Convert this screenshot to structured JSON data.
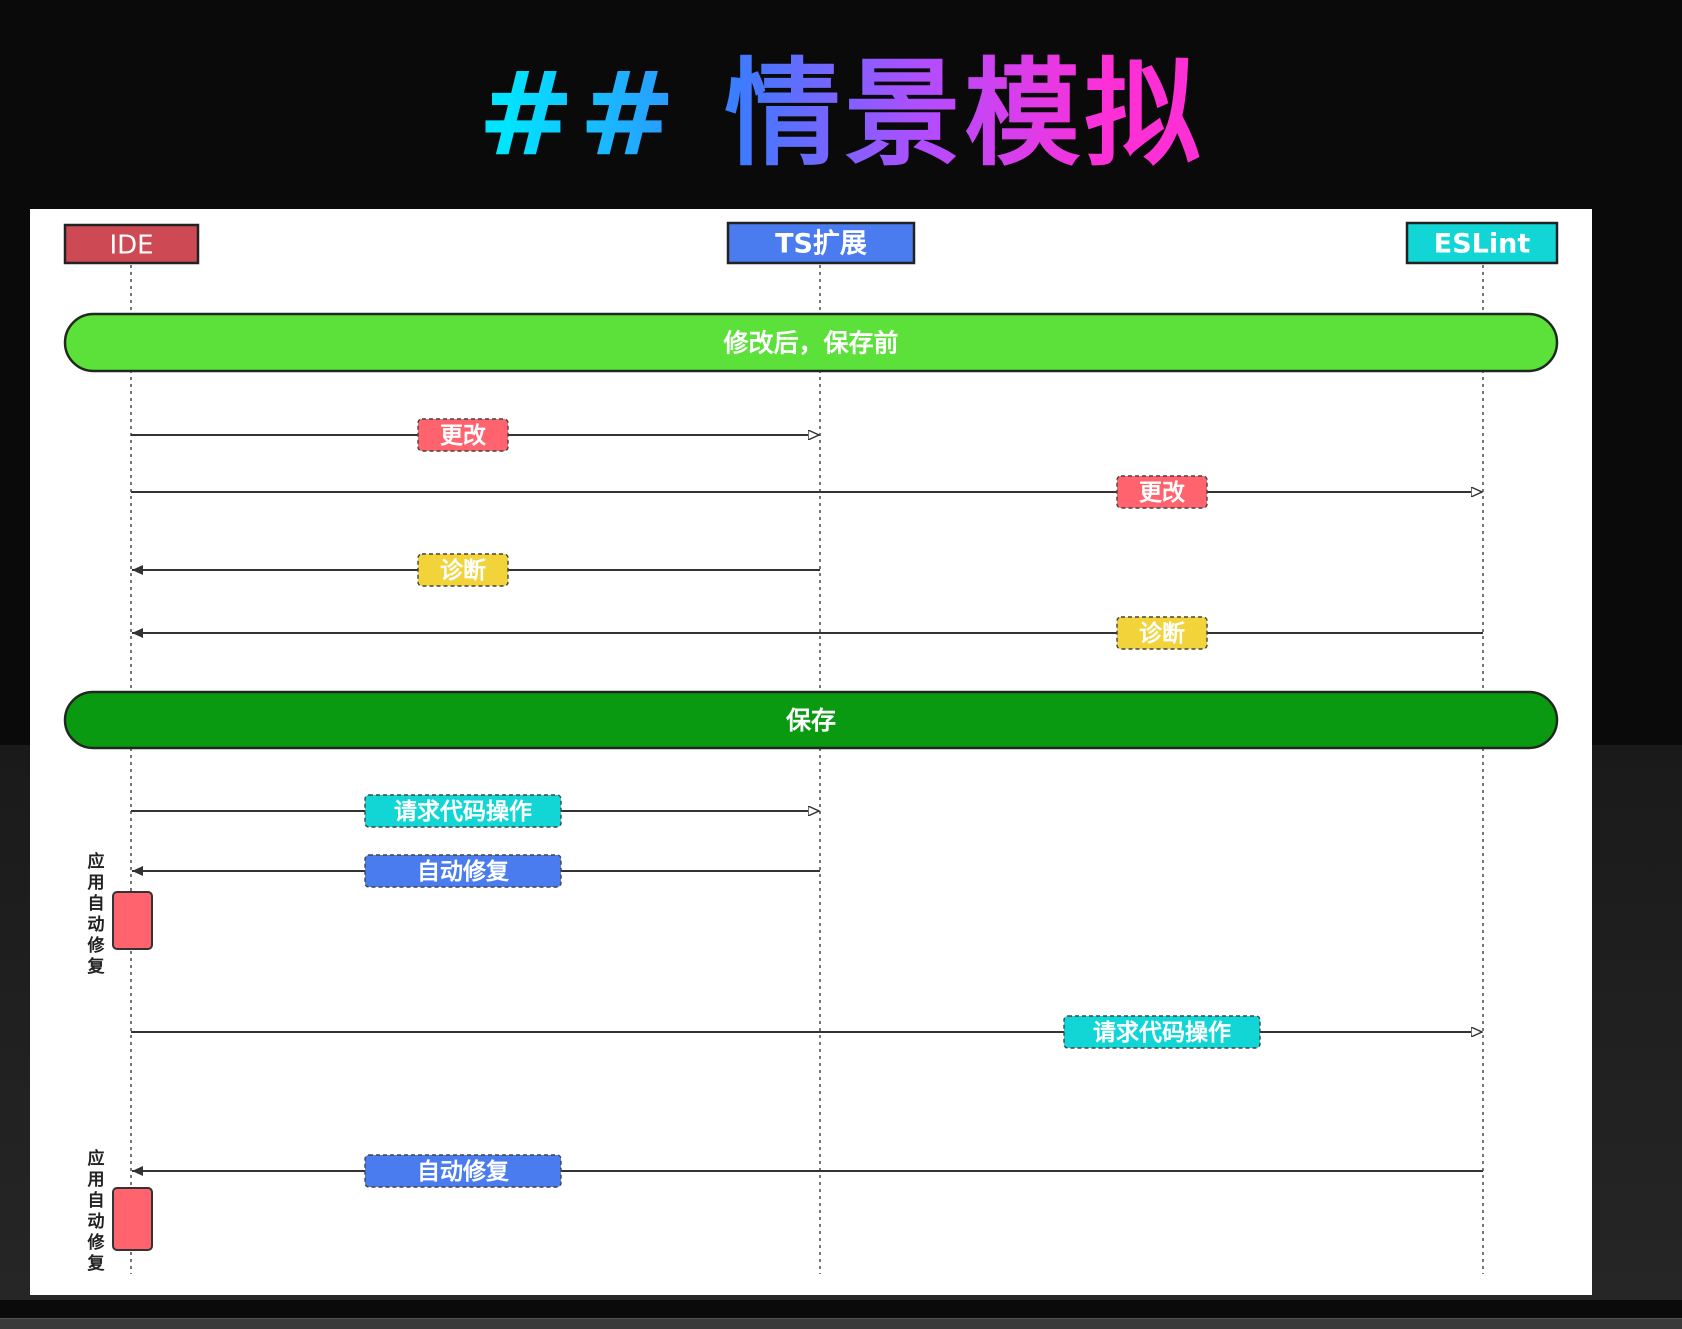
{
  "title": "## 情景模拟",
  "participants": [
    {
      "label": "IDE",
      "color": "#cd4a54"
    },
    {
      "label": "TS扩展",
      "color": "#4a7cf0"
    },
    {
      "label": "ESLint",
      "color": "#12d6d6"
    }
  ],
  "sections": [
    {
      "label": "修改后，保存前",
      "color": "#5ce03a"
    },
    {
      "label": "保存",
      "color": "#0a9a12"
    }
  ],
  "messages": [
    {
      "from": 0,
      "to": 1,
      "label": "更改",
      "color": "#ff636d"
    },
    {
      "from": 0,
      "to": 2,
      "label": "更改",
      "color": "#ff636d"
    },
    {
      "from": 1,
      "to": 0,
      "label": "诊断",
      "color": "#f2d33a"
    },
    {
      "from": 2,
      "to": 0,
      "label": "诊断",
      "color": "#f2d33a"
    },
    {
      "from": 0,
      "to": 1,
      "label": "请求代码操作",
      "color": "#12d6d6"
    },
    {
      "from": 1,
      "to": 0,
      "label": "自动修复",
      "color": "#4a7cf0"
    },
    {
      "from": 0,
      "to": 2,
      "label": "请求代码操作",
      "color": "#12d6d6"
    },
    {
      "from": 2,
      "to": 0,
      "label": "自动修复",
      "color": "#4a7cf0"
    }
  ],
  "activations": [
    {
      "label": "应用自动修复",
      "color": "#ff636d"
    },
    {
      "label": "应用自动修复",
      "color": "#ff636d"
    }
  ]
}
